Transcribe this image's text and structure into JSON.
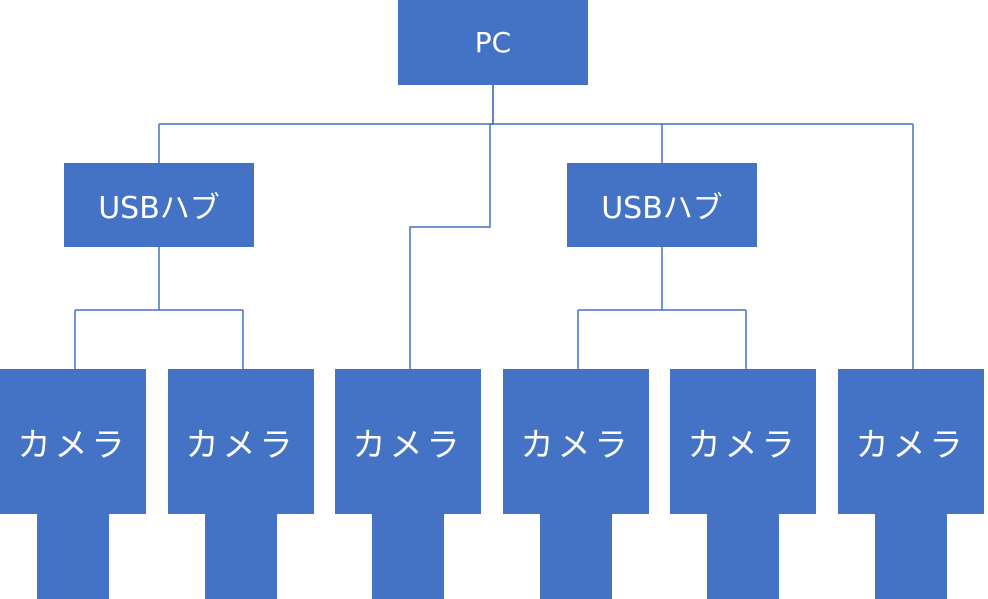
{
  "pc": {
    "label": "PC"
  },
  "hubs": [
    {
      "label": "USBハブ"
    },
    {
      "label": "USBハブ"
    }
  ],
  "cameras": [
    {
      "label": "カメラ"
    },
    {
      "label": "カメラ"
    },
    {
      "label": "カメラ"
    },
    {
      "label": "カメラ"
    },
    {
      "label": "カメラ"
    },
    {
      "label": "カメラ"
    }
  ],
  "colors": {
    "node_fill": "#4472C4",
    "node_text": "#FFFFFF",
    "wire": "#4472C4"
  }
}
